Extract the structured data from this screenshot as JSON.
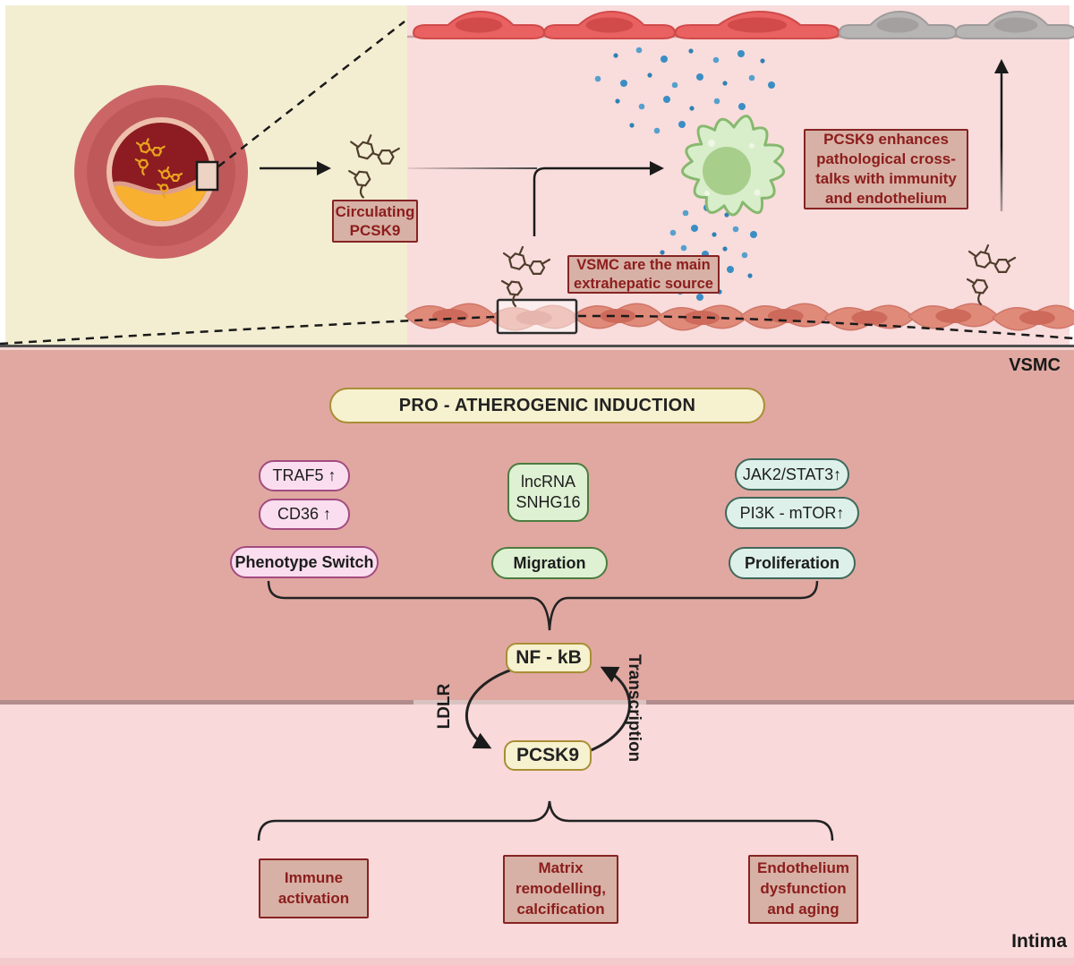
{
  "panels": {
    "vsmc_label": "VSMC",
    "intima_label": "Intima"
  },
  "overview": {
    "circulating_box": "Circulating PCSK9",
    "vsmc_source_box": "VSMC are the main extrahepatic source",
    "crosstalk_box": "PCSK9 enhances pathological cross-talks with immunity and endothelium"
  },
  "induction": {
    "title": "PRO - ATHEROGENIC INDUCTION",
    "columns": [
      {
        "theme": "pink",
        "factors": [
          "TRAF5 ↑",
          "CD36 ↑"
        ],
        "outcome": "Phenotype Switch"
      },
      {
        "theme": "green",
        "factors": [
          "lncRNA SNHG16"
        ],
        "outcome": "Migration"
      },
      {
        "theme": "teal",
        "factors": [
          "JAK2/STAT3↑",
          "PI3K - mTOR↑"
        ],
        "outcome": "Proliferation"
      }
    ]
  },
  "cycle": {
    "top": "NF - kB",
    "bottom": "PCSK9",
    "left_label": "LDLR",
    "right_label": "Transcription"
  },
  "outcomes": [
    "Immune activation",
    "Matrix remodelling, calcification",
    "Endothelium dysfunction and aging"
  ],
  "colors": {
    "cream_area_bg": "#f3eed2",
    "top_pink_bg": "#f9dcdc",
    "vsmc_panel_bg": "#e0a8a1",
    "intima_bg": "#f9d9da",
    "divider_dark": "#4f4f4f",
    "divider_mauve": "#b28d8d",
    "divider_mauve_light": "#d9c3c1",
    "tan_box_bg": "#d7b1a5",
    "tan_box_border": "#862322",
    "tan_box_text": "#8c1d1d",
    "cream_pill_bg": "#f6f1cf",
    "cream_pill_border": "#a98e35",
    "pink_pill_bg": "#fadeef",
    "pink_pill_border": "#a34b80",
    "green_box_bg": "#def1d3",
    "green_box_border": "#4c7c3f",
    "teal_pill_bg": "#ddf0ea",
    "teal_pill_border": "#3f685a",
    "endothelial_red": "#ea6161",
    "endothelial_red_edge": "#d04a4a",
    "endothelial_gray": "#b7b4b4",
    "endothelial_gray_edge": "#9f9b9b",
    "vsmc_cell": "#e08a7a",
    "vsmc_cell_edge": "#cf7668",
    "vsmc_nucleus": "#cd6a5b",
    "macrophage_fill": "#d8eeca",
    "macrophage_stroke": "#87b86f",
    "macrophage_nucleus": "#a8ce8c",
    "cytokine_blues": [
      "#2f81b5",
      "#55a0cd",
      "#3a8ec4"
    ],
    "molecule_brown": "#4f3d2c",
    "molecule_orange": "#e9a31f",
    "vessel_outer": "#cc6666",
    "vessel_media": "#bf5959",
    "vessel_inner_ring": "#eec0ab",
    "lumen_red": "#8c1c22",
    "plaque_yellow": "#f8b031",
    "plaque_edge_pink": "#de9e8c",
    "arrow_black": "#1a1a1a"
  }
}
